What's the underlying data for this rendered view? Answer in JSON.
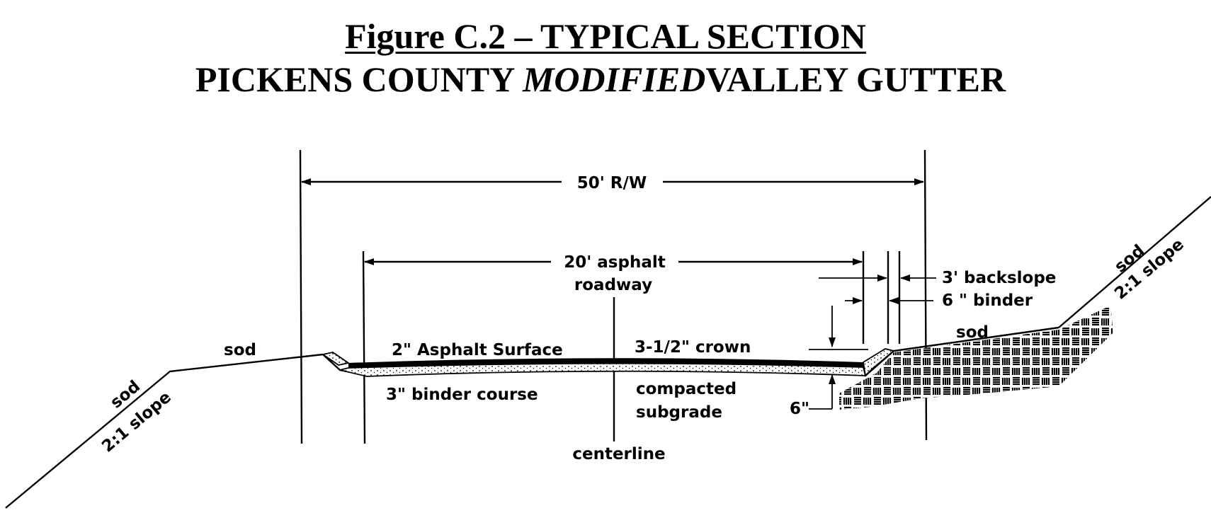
{
  "title": {
    "line1": "Figure C.2 – TYPICAL SECTION",
    "line2_prefix": "PICKENS COUNTY ",
    "line2_italic": "MODIFIED",
    "line2_suffix": "VALLEY GUTTER"
  },
  "labels": {
    "row_width": "50' R/W",
    "roadway_line1": "20' asphalt",
    "roadway_line2": "roadway",
    "backslope": "3' backslope",
    "binder_width": "6 \" binder",
    "sod_left_top": "sod",
    "sod_left_slope": "sod",
    "slope_left": "2:1 slope",
    "sod_right_top": "sod",
    "sod_right_slope": "sod",
    "slope_right": "2:1 slope",
    "asphalt_surface": "2\" Asphalt Surface",
    "crown": "3-1/2\" crown",
    "binder_course": "3\" binder course",
    "subgrade_line1": "compacted",
    "subgrade_line2": "subgrade",
    "depth_6in": "6\"",
    "centerline": "centerline"
  }
}
